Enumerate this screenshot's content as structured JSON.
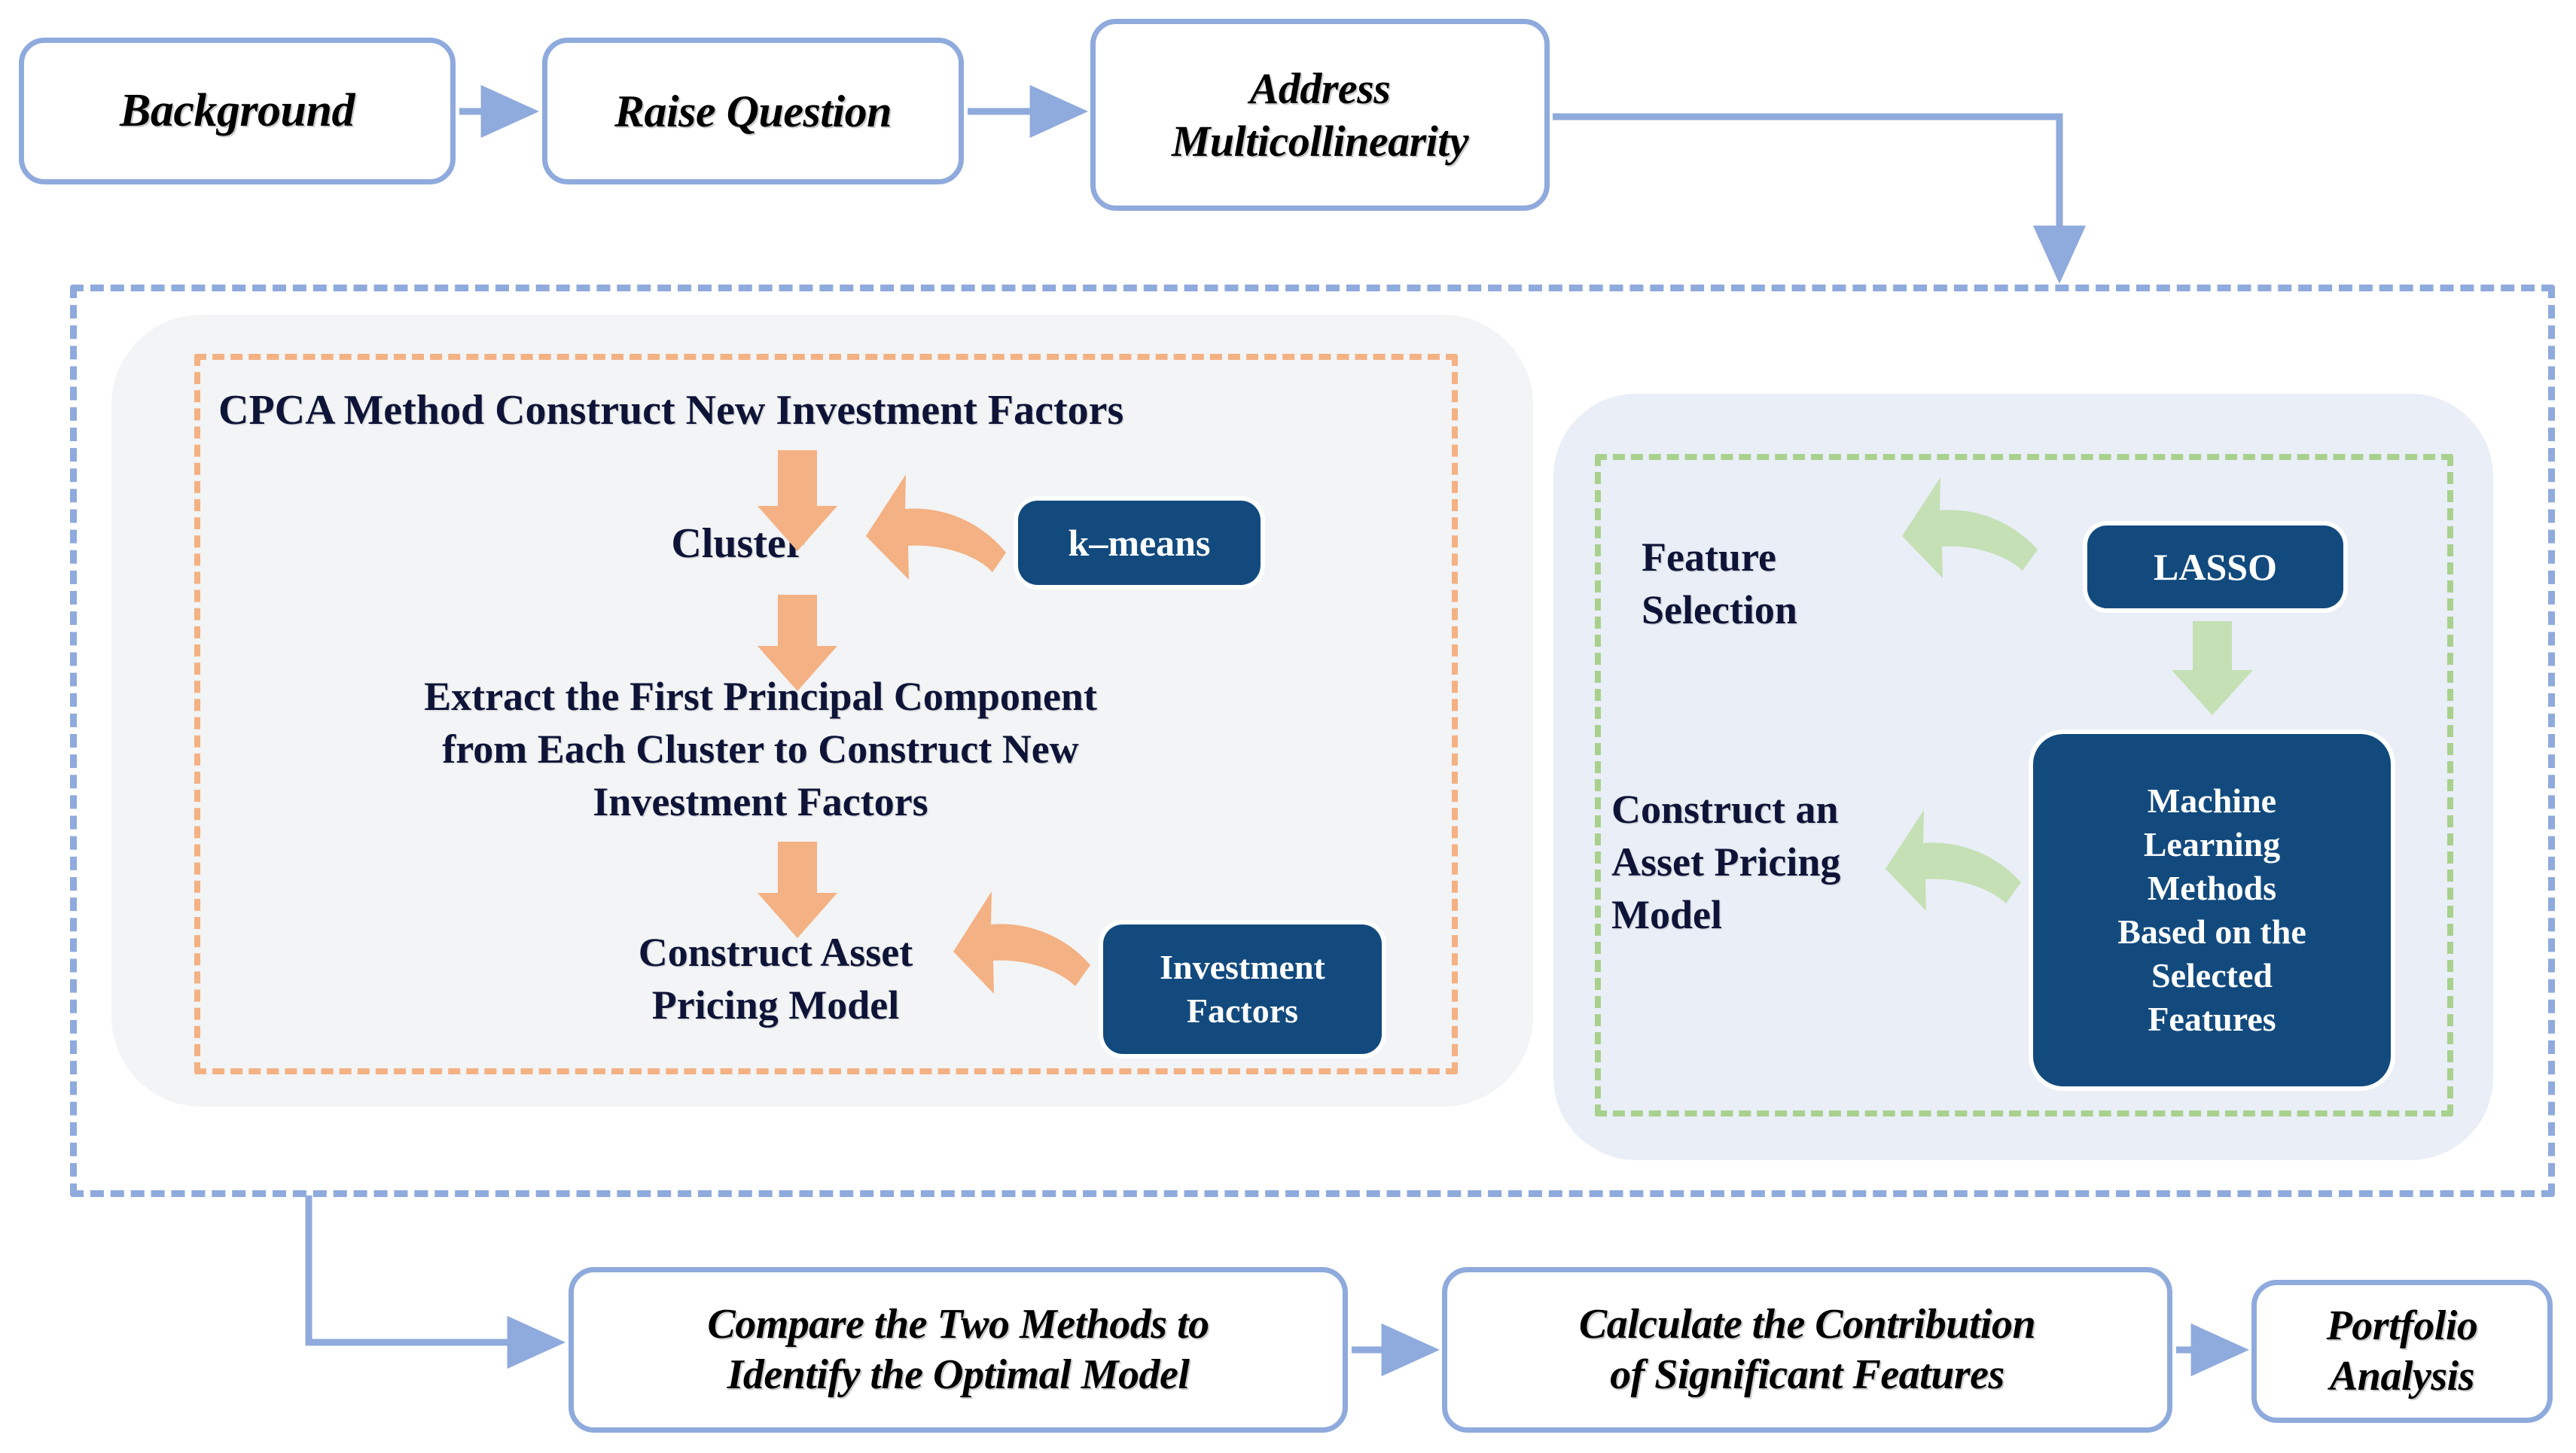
{
  "colors": {
    "connector_blue": "#8FAADC",
    "box_border_blue": "#8FAADC",
    "outer_dash_blue": "#8FAADC",
    "inner_dash_orange": "#F4B183",
    "inner_dash_green": "#A9D18E",
    "chip_navy": "#124A7E",
    "panel_left_bg": "#F2F4F6",
    "panel_right_bg": "#E9EEF7",
    "step_text_navy": "#0E1437",
    "arrow_orange": "#F4B183",
    "arrow_green": "#C5E0B4",
    "page_bg": "#FFFFFF"
  },
  "top_flow": [
    {
      "id": "background",
      "label": "Background"
    },
    {
      "id": "raise-question",
      "label": "Raise Question"
    },
    {
      "id": "address-multicollinearity",
      "label": "Address\nMulticollinearity"
    }
  ],
  "left_panel": {
    "title": "CPCA Method Construct New Investment Factors",
    "steps": [
      {
        "id": "cluster",
        "label": "Cluster"
      },
      {
        "id": "extract-first-pc",
        "label": "Extract the First Principal Component\nfrom Each Cluster to Construct New\nInvestment Factors"
      },
      {
        "id": "construct-asset-pricing-model",
        "label": "Construct Asset\nPricing Model"
      }
    ],
    "chips": [
      {
        "id": "k-means",
        "label": "k–means"
      },
      {
        "id": "investment-factors",
        "label": "Investment\nFactors"
      }
    ]
  },
  "right_panel": {
    "steps": [
      {
        "id": "feature-selection",
        "label": "Feature\nSelection"
      },
      {
        "id": "construct-an-asset-pricing-model",
        "label": "Construct an\nAsset Pricing\nModel"
      }
    ],
    "chips": [
      {
        "id": "lasso",
        "label": "LASSO"
      },
      {
        "id": "ml-methods",
        "label": "Machine\nLearning\nMethods\nBased on the\nSelected\nFeatures"
      }
    ]
  },
  "bottom_flow": [
    {
      "id": "compare-two-methods",
      "label": "Compare the Two Methods to\nIdentify the Optimal Model"
    },
    {
      "id": "calculate-contribution",
      "label": "Calculate the Contribution\nof Significant Features"
    },
    {
      "id": "portfolio-analysis",
      "label": "Portfolio\nAnalysis"
    }
  ]
}
